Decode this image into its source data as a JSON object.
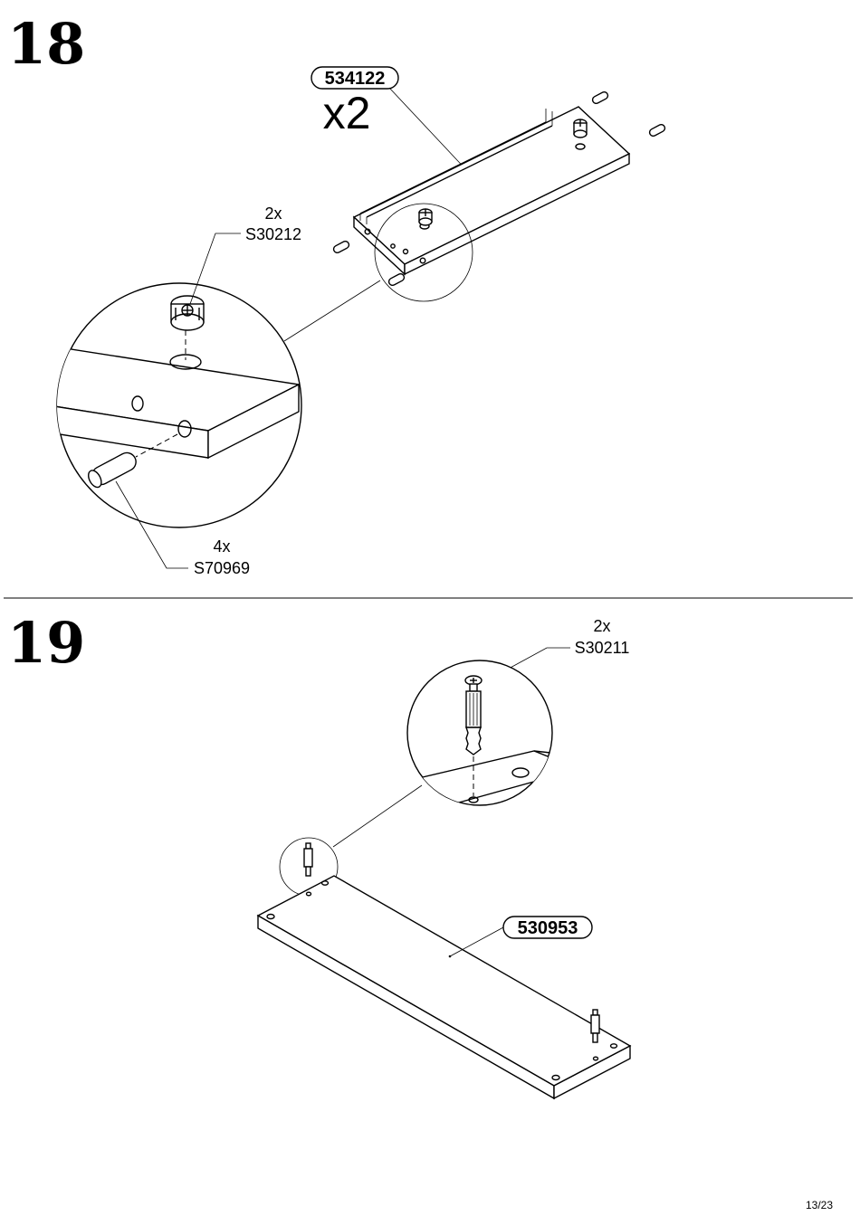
{
  "steps": [
    {
      "number": "18",
      "part_number": "534122",
      "multiplier": "x2",
      "callouts": [
        {
          "qty": "2x",
          "code": "S30212"
        },
        {
          "qty": "4x",
          "code": "S70969"
        }
      ]
    },
    {
      "number": "19",
      "part_number": "530953",
      "callouts": [
        {
          "qty": "2x",
          "code": "S30211"
        }
      ]
    }
  ],
  "footer": {
    "page": "13/23"
  }
}
